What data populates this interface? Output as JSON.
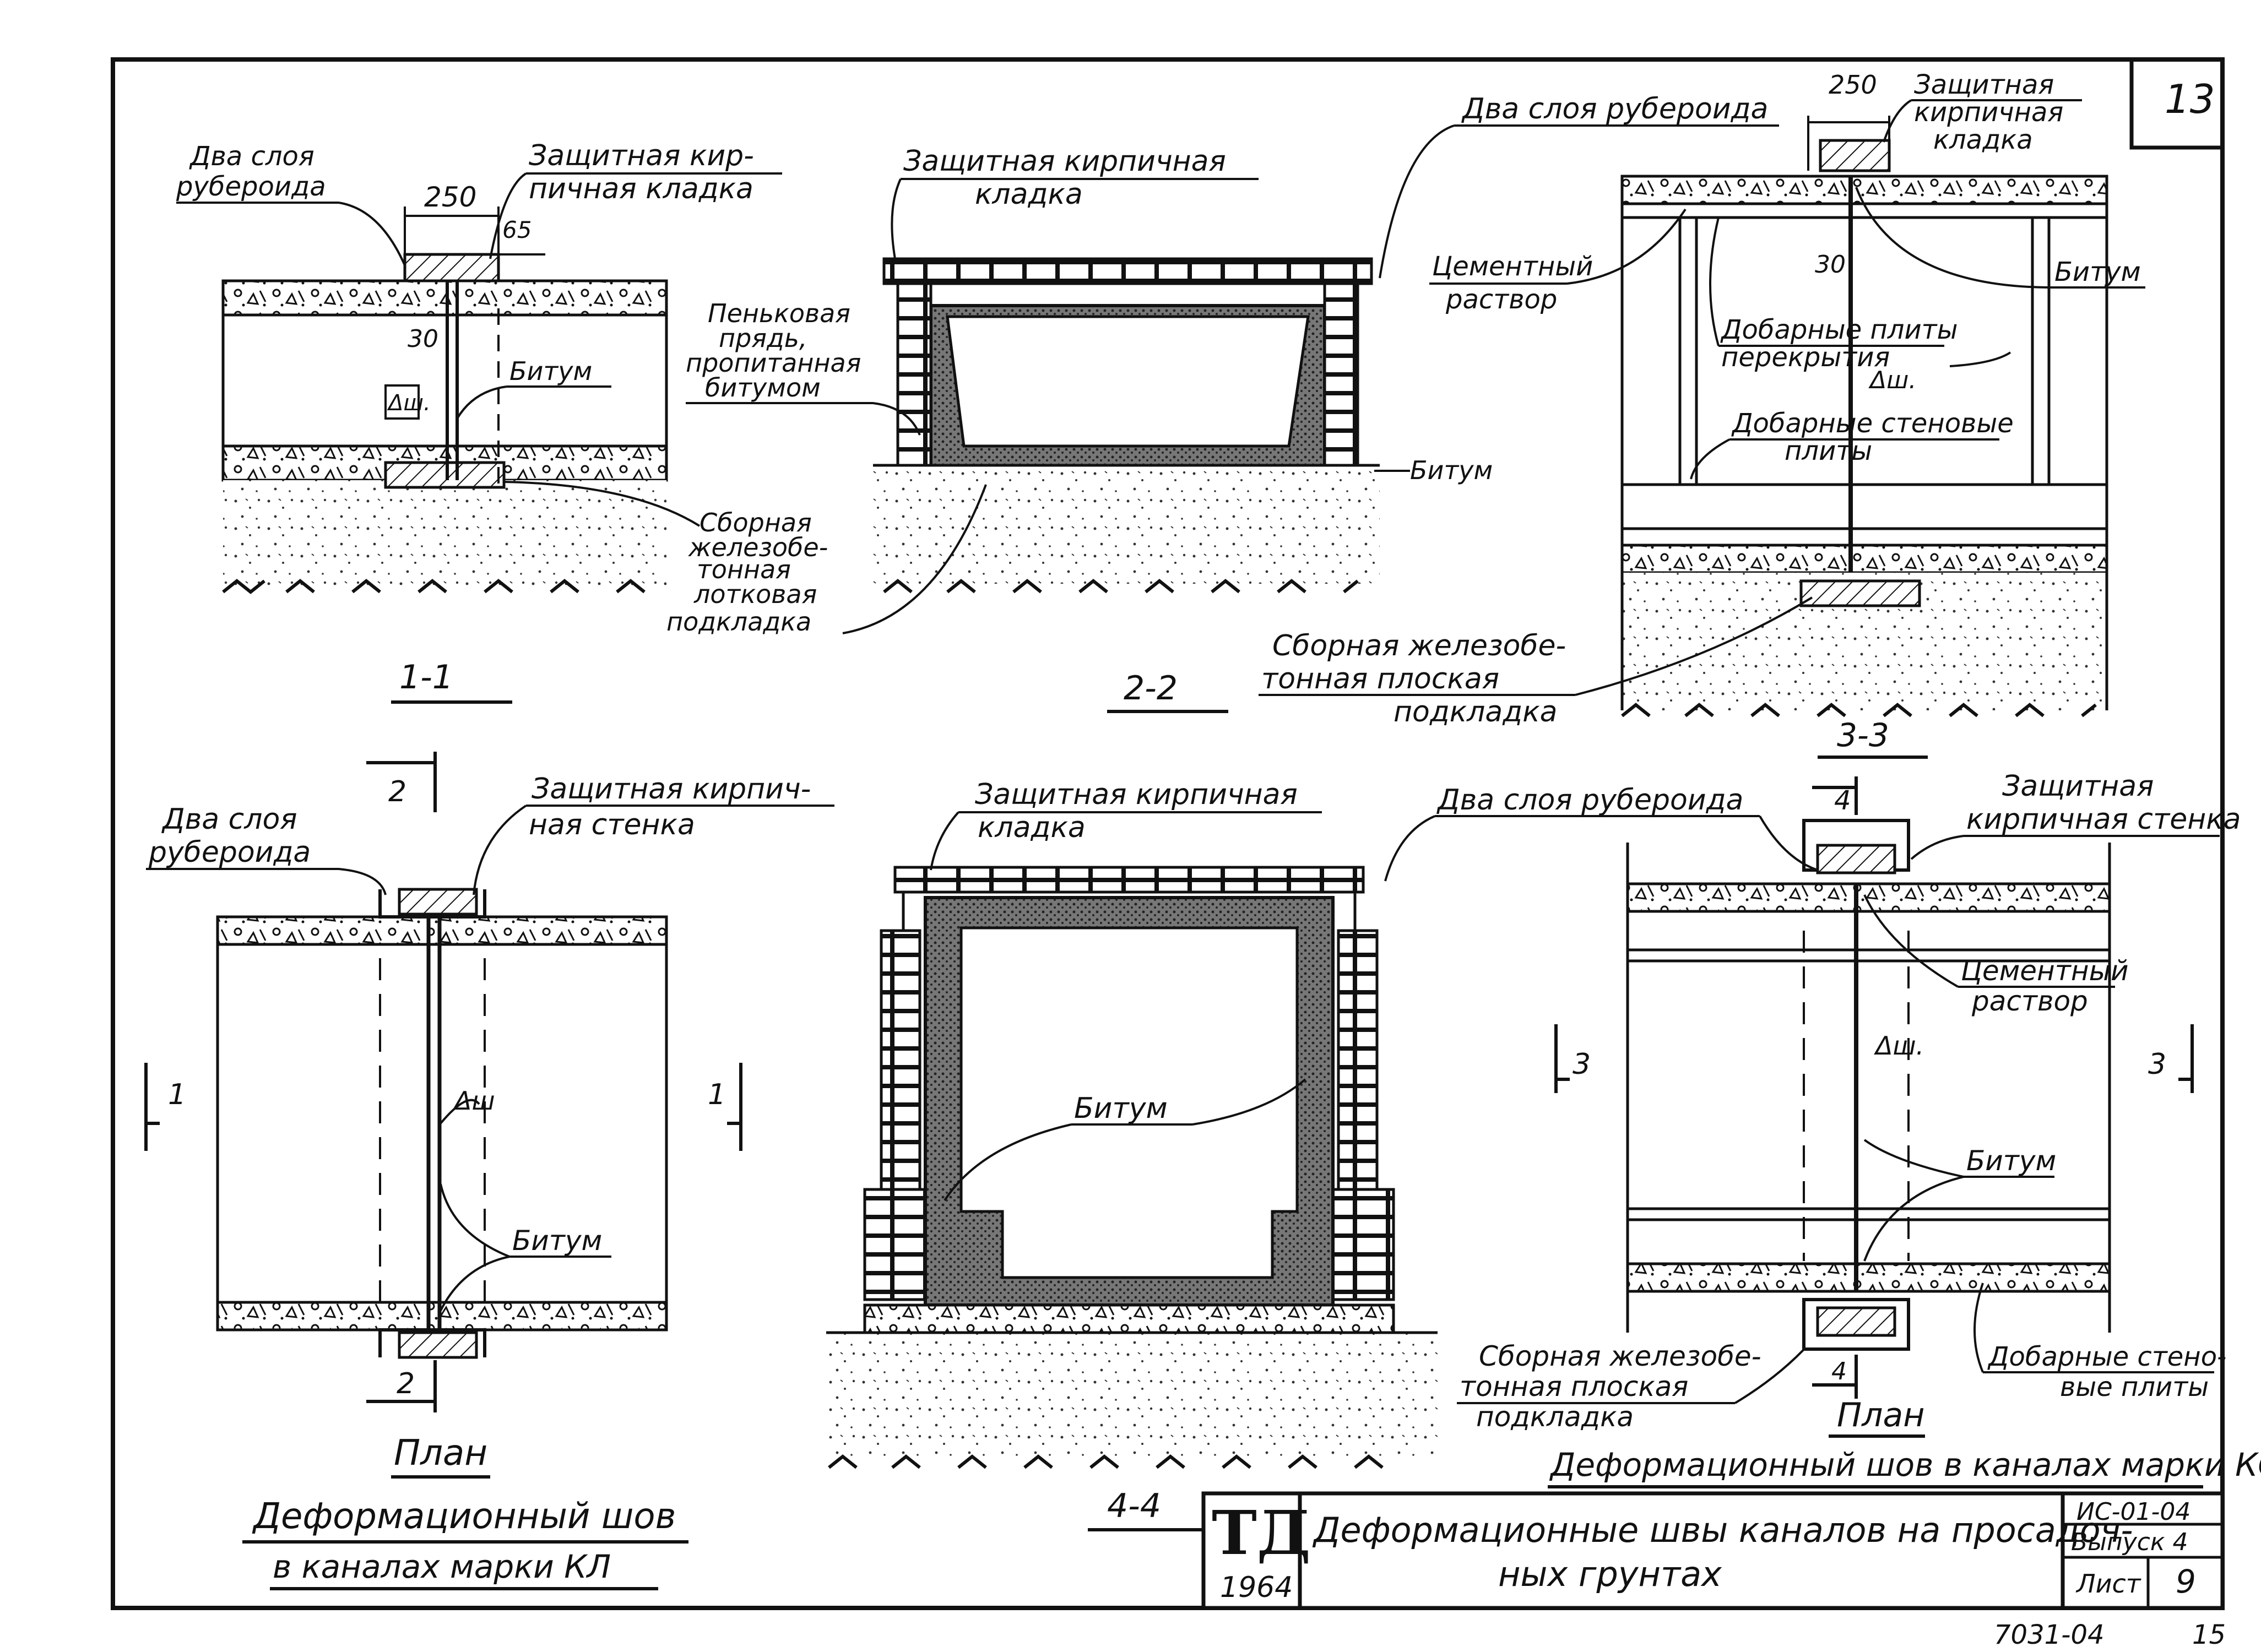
{
  "sheet": {
    "number": "13",
    "title_line1": "Деформационные швы каналов на просадоч-",
    "title_line2": "ных грунтах",
    "logo": "ТД",
    "year": "1964",
    "code": "ИС-01-04",
    "issue": "Выпуск 4",
    "sheet_label": "Лист",
    "sheet_value": "9",
    "footer_left": "7031-04",
    "footer_right": "15"
  },
  "kl": {
    "caption_plan": "План",
    "caption_line1": "Деформационный шов",
    "caption_line2": "в каналах марки КЛ"
  },
  "kc": {
    "caption_plan": "План",
    "caption": "Деформационный шов в каналах марки КС"
  },
  "sec11": {
    "label": "1-1",
    "two_layers_1": "Два слоя",
    "two_layers_2": "рубероида",
    "masonry_1": "Защитная кир-",
    "masonry_2": "пичная кладка",
    "dim_250": "250",
    "dim_65": "65",
    "dim_30": "30",
    "dsh": "Δш.",
    "bitumen": "Битум",
    "pad_1": "Сборная",
    "pad_2": "железобе-",
    "pad_3": "тонная",
    "pad_4": "лотковая",
    "pad_5": "подкладка"
  },
  "sec22": {
    "label": "2-2",
    "masonry_1": "Защитная кирпичная",
    "masonry_2": "кладка",
    "hemp_1": "Пеньковая",
    "hemp_2": "прядь,",
    "hemp_3": "пропитанная",
    "hemp_4": "битумом",
    "bitumen": "Битум"
  },
  "sec33": {
    "label": "3-3",
    "two_layers": "Два слоя рубероида",
    "dim_250": "250",
    "masonry_1": "Защитная",
    "masonry_2": "кирпичная",
    "masonry_3": "кладка",
    "cement_1": "Цементный",
    "cement_2": "раствор",
    "dim_30": "30",
    "bitumen": "Битум",
    "slabs_1": "Добарные плиты",
    "slabs_2": "перекрытия",
    "dsh": "Δш.",
    "wall_1": "Добарные стеновые",
    "wall_2": "плиты",
    "pad_1": "Сборная железобе-",
    "pad_2": "тонная плоская",
    "pad_3": "подкладка"
  },
  "planKL": {
    "two_layers_1": "Два слоя",
    "two_layers_2": "рубероида",
    "wall_1": "Защитная кирпич-",
    "wall_2": "ная стенка",
    "cut2": "2",
    "cut1": "1",
    "dsh": "Δш",
    "bitumen": "Битум"
  },
  "sec44": {
    "label": "4-4",
    "masonry_1": "Защитная кирпичная",
    "masonry_2": "кладка",
    "bitumen": "Битум",
    "pad_1": "Сборная железобе-",
    "pad_2": "тонная плоская",
    "pad_3": "подкладка"
  },
  "planKC": {
    "two_layers": "Два слоя рубероида",
    "wall_1": "Защитная",
    "wall_2": "кирпичная стенка",
    "cut4": "4",
    "cut3": "3",
    "cement_1": "Цементный",
    "cement_2": "раствор",
    "dsh": "Δш.",
    "bitumen": "Битум",
    "slabs_1": "Добарные стено-",
    "slabs_2": "вые плиты"
  }
}
